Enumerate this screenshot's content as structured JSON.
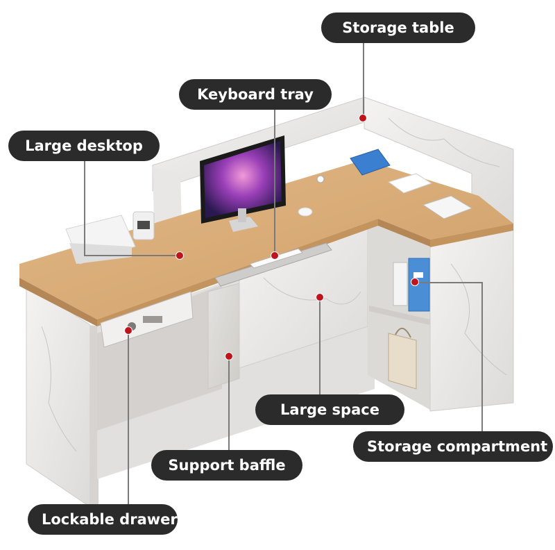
{
  "callouts": {
    "storage_table": "Storage table",
    "keyboard_tray": "Keyboard tray",
    "large_desktop": "Large desktop",
    "large_space": "Large space",
    "storage_compartment": "Storage compartment",
    "support_baffle": "Support baffle",
    "lockable_drawer": "Lockable drawer"
  },
  "colors": {
    "label_background": "#2b2b2b",
    "label_text": "#ffffff",
    "marker": "#c0141c",
    "leader_line": "#7a7a7a",
    "wood_top": "#d9ae7a",
    "marble_panel": "#eceae8"
  }
}
